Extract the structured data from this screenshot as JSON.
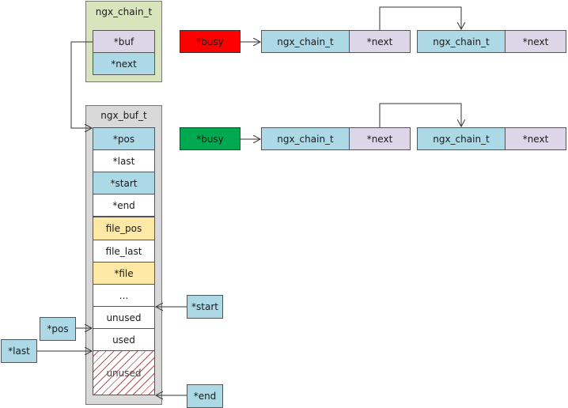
{
  "chain_struct": {
    "title": "ngx_chain_t",
    "fields": [
      "*buf",
      "*next"
    ]
  },
  "buf_struct": {
    "title": "ngx_buf_t",
    "fields": [
      "*pos",
      "*last",
      "*start",
      "*end",
      "file_pos",
      "file_last",
      "*file",
      "...",
      "unused",
      "used",
      "unused"
    ]
  },
  "lists": [
    {
      "head_label": "*busy",
      "head_color": "#ff0000",
      "nodes": [
        {
          "name": "ngx_chain_t",
          "next": "*next"
        },
        {
          "name": "ngx_chain_t",
          "next": "*next"
        }
      ]
    },
    {
      "head_label": "*busy",
      "head_color": "#00a850",
      "nodes": [
        {
          "name": "ngx_chain_t",
          "next": "*next"
        },
        {
          "name": "ngx_chain_t",
          "next": "*next"
        }
      ]
    }
  ],
  "pointers": {
    "start": "*start",
    "end": "*end",
    "pos": "*pos",
    "last": "*last"
  },
  "colors": {
    "pointer_fill": "#add8e6",
    "next_fill": "#dcd6e8",
    "file_fill": "#fde8a6",
    "chain_container": "#d8e4bc",
    "buf_container": "#d9d9d9",
    "hatch": "#c0504d"
  }
}
